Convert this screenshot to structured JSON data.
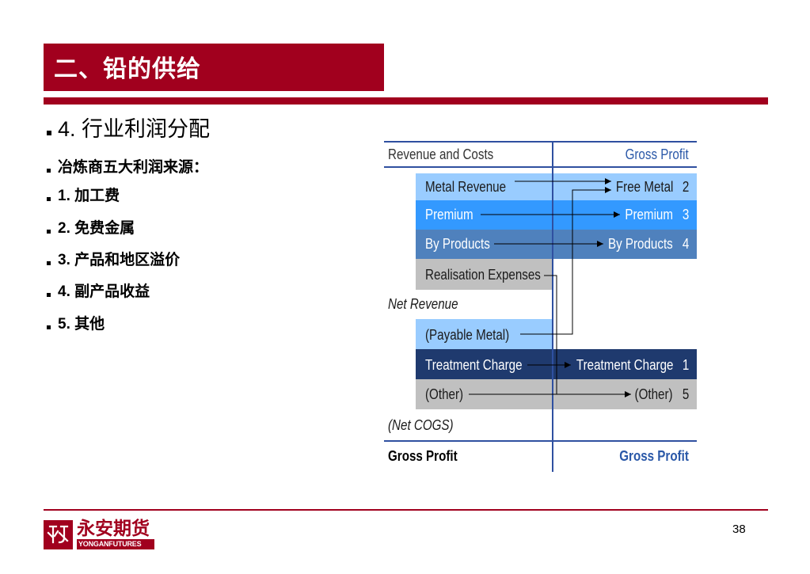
{
  "slide": {
    "title": "二、铅的供给",
    "page_number": "38"
  },
  "bullets": [
    {
      "text": "4. 行业利润分配"
    },
    {
      "text": "冶炼商五大利润来源："
    },
    {
      "text": "1. 加工费"
    },
    {
      "text": "2. 免费金属"
    },
    {
      "text": "3. 产品和地区溢价"
    },
    {
      "text": "4. 副产品收益"
    },
    {
      "text": "5. 其他"
    }
  ],
  "diagram": {
    "header_left": "Revenue and Costs",
    "header_right": "Gross Profit",
    "left_items": {
      "metal_revenue": "Metal Revenue",
      "premium": "Premium",
      "by_products": "By Products",
      "realisation_expenses": "Realisation Expenses",
      "net_revenue": "Net Revenue",
      "payable_metal": "(Payable Metal)",
      "treatment_charge": "Treatment Charge",
      "other": "(Other)",
      "net_cogs": "(Net COGS)"
    },
    "right_items": {
      "free_metal": {
        "label": "Free Metal",
        "number": "2"
      },
      "premium": {
        "label": "Premium",
        "number": "3"
      },
      "by_products": {
        "label": "By Products",
        "number": "4"
      },
      "treatment_charge": {
        "label": "Treatment Charge",
        "number": "1"
      },
      "other": {
        "label": "(Other)",
        "number": "5"
      }
    },
    "footer_left": "Gross Profit",
    "footer_right": "Gross Profit"
  },
  "logo": {
    "cn": "永安期货",
    "en": "YONGANFUTURES"
  },
  "colors": {
    "accent_red": "#A1001E",
    "light_blue": "#99CCFF",
    "mid_blue": "#3399FF",
    "steel_blue": "#4F81BD",
    "navy": "#1F3A6E",
    "grey": "#C0C0C0",
    "rule_blue": "#2F50A0",
    "profit_blue": "#2A58A8"
  }
}
